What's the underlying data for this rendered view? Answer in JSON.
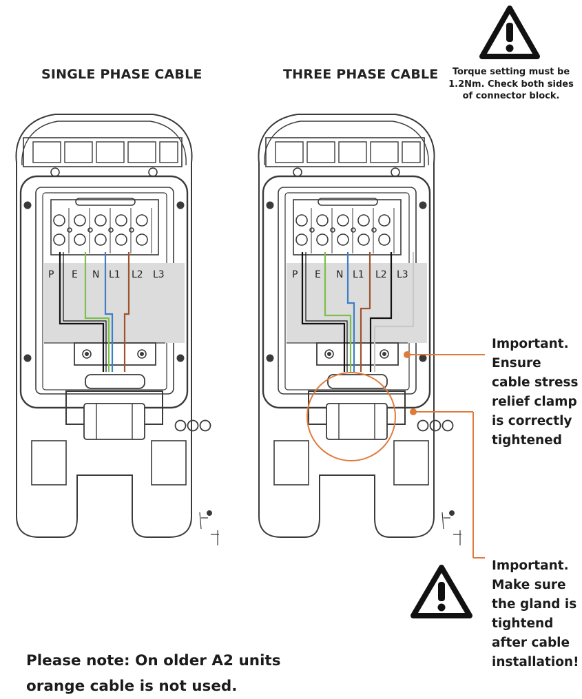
{
  "titles": {
    "single": "SINGLE PHASE CABLE",
    "three": "THREE PHASE CABLE"
  },
  "terminal_labels": [
    "P",
    "E",
    "N",
    "L1",
    "L2",
    "L3"
  ],
  "torque_note": "Torque setting must be 1.2Nm. Check both sides of connector block.",
  "clamp_note": [
    "Important.",
    "Ensure",
    "cable stress",
    "relief clamp",
    "is correctly",
    "tightened"
  ],
  "gland_note": [
    "Important.",
    "Make sure",
    "the gland is",
    "tightend",
    "after cable",
    "installation!"
  ],
  "bottom_note": [
    "Please note: On older A2 units",
    "orange cable is not used."
  ],
  "colors": {
    "accent": "#e07a3a",
    "drawing": "#3a3a3a",
    "panel": "#dcdcdc",
    "wire_earth": "#7cbf4a",
    "wire_neutral": "#3b7fc4",
    "wire_l1": "#a0522d",
    "wire_l2": "#111111",
    "wire_l3": "#c8c8c8"
  },
  "icons": [
    "warning-triangle-icon",
    "warning-triangle-icon"
  ]
}
